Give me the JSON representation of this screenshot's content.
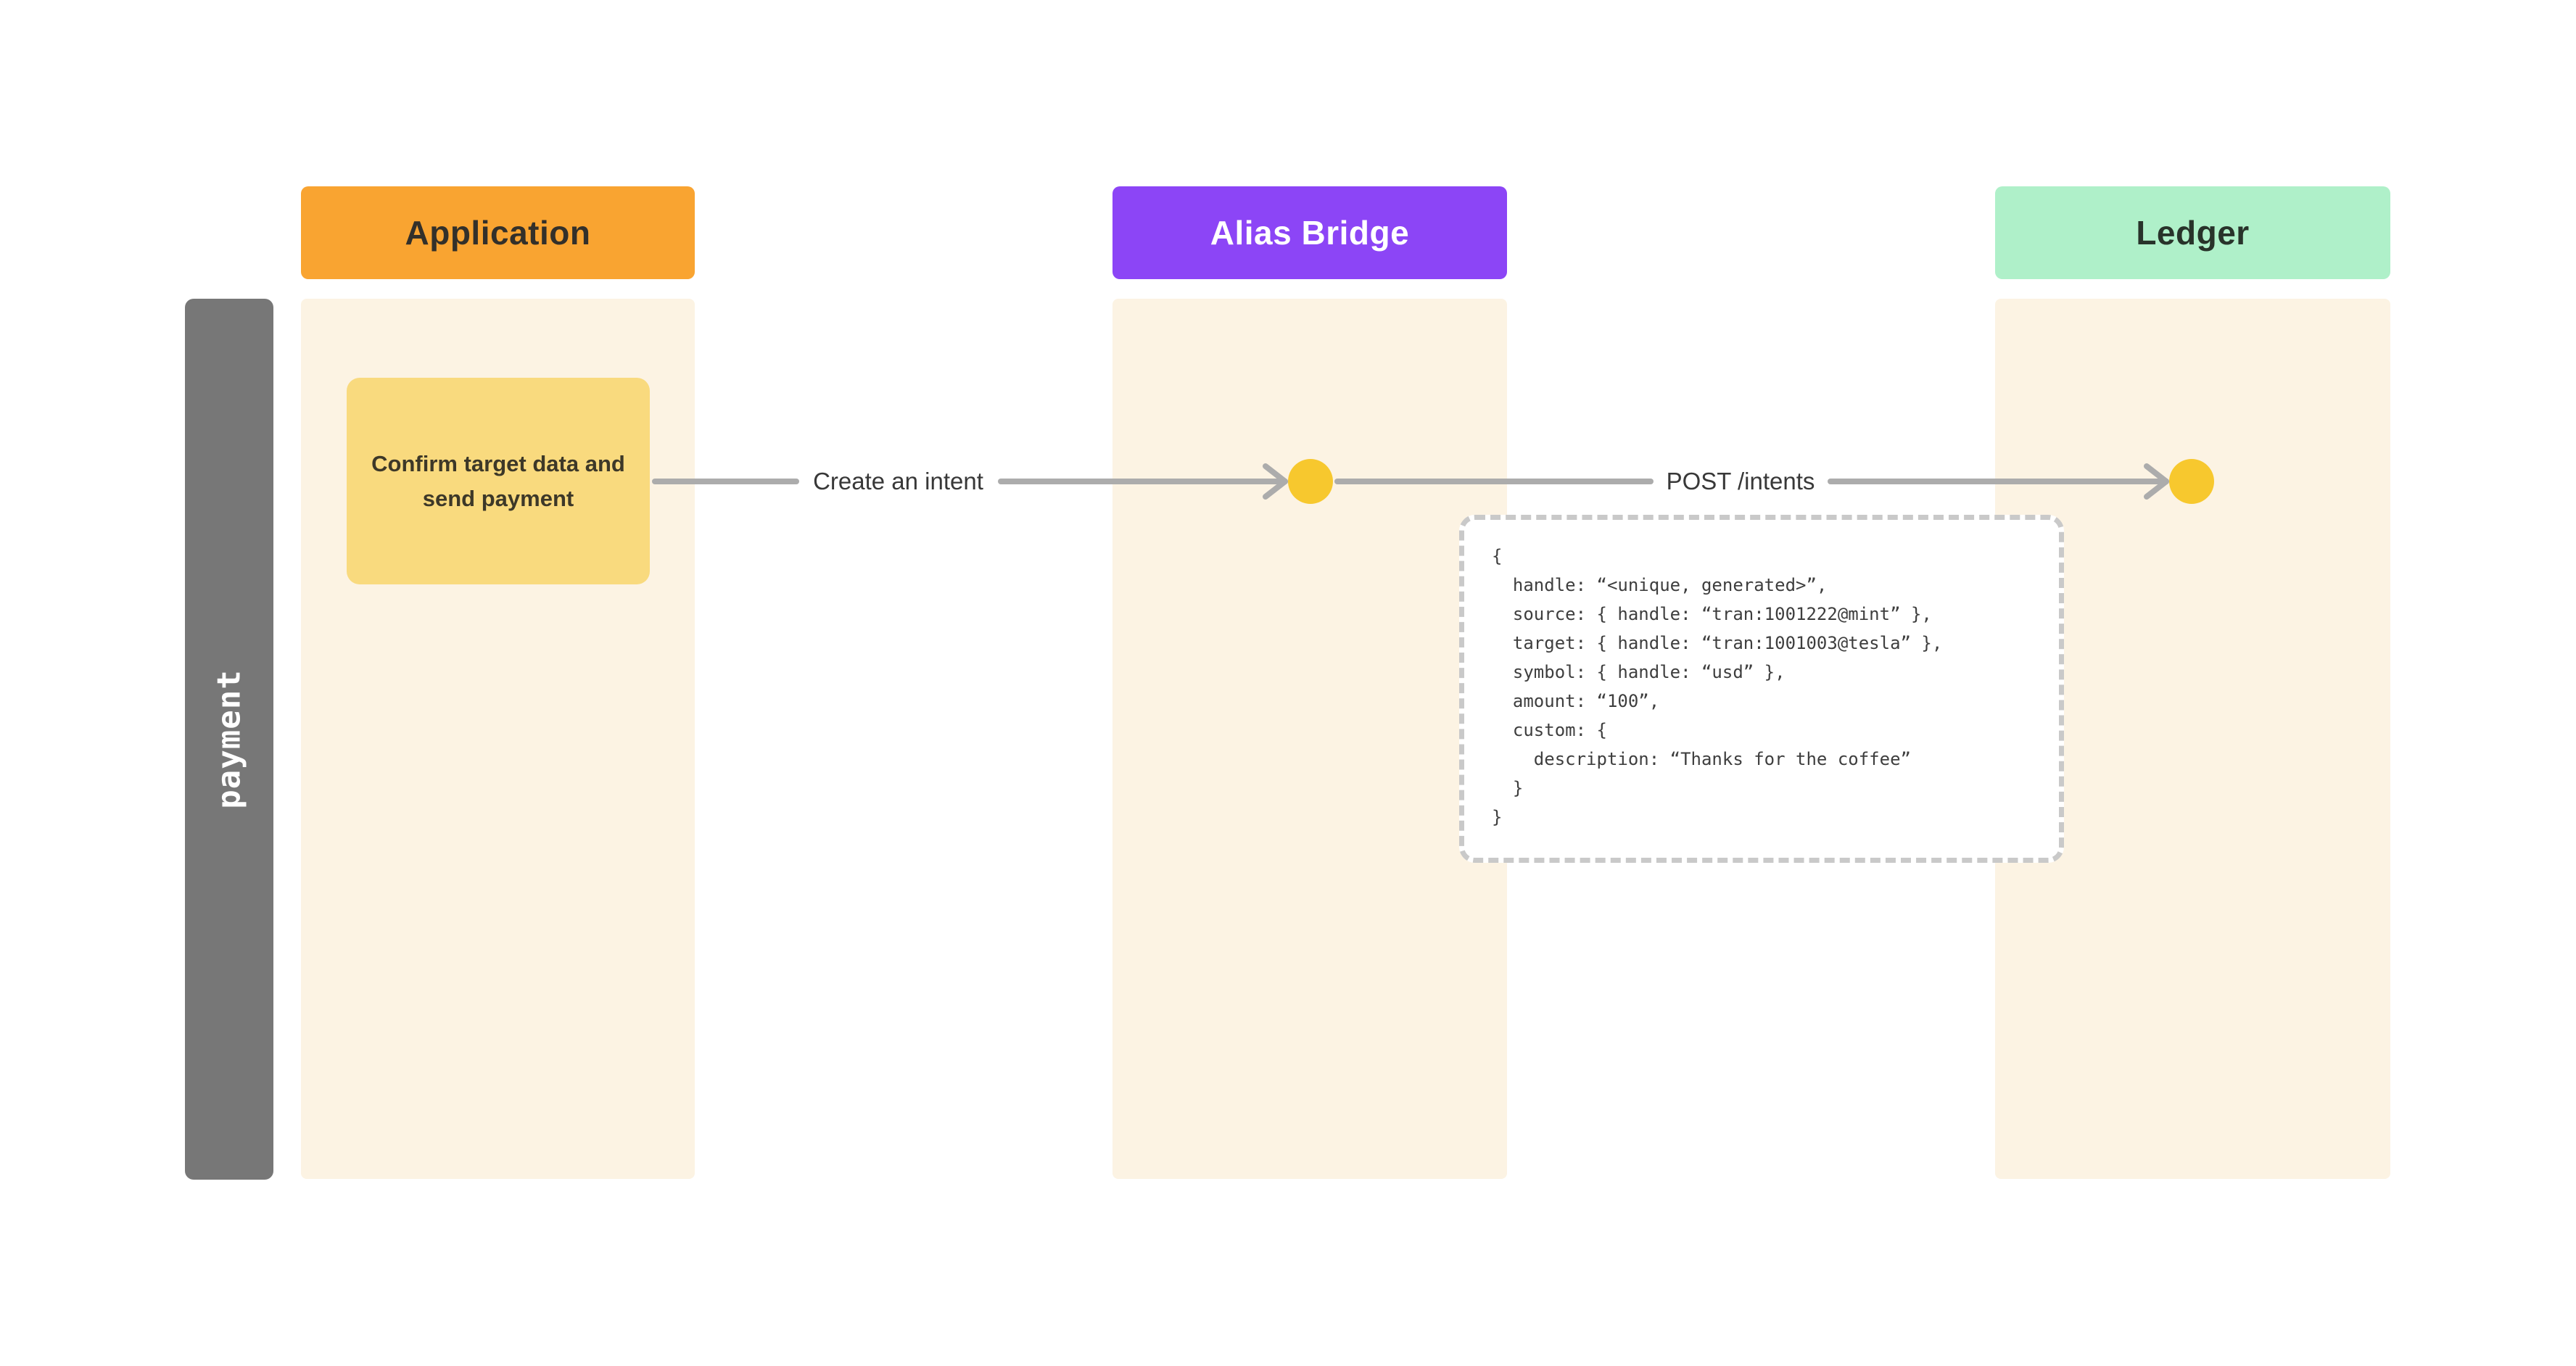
{
  "canvas": {
    "background": "#FFFFFF"
  },
  "lanes": [
    {
      "id": "application",
      "label": "Application",
      "header_bg": "#F9A431",
      "header_text_color": "#33302A",
      "column_bg": "#FCF3E3"
    },
    {
      "id": "alias-bridge",
      "label": "Alias Bridge",
      "header_bg": "#8C45F6",
      "header_text_color": "#FFFFFF",
      "column_bg": "#FCF3E3"
    },
    {
      "id": "ledger",
      "label": "Ledger",
      "header_bg": "#AFF0C9",
      "header_text_color": "#28332A",
      "column_bg": "#FCF3E3"
    }
  ],
  "row": {
    "label": "payment",
    "bar_color": "#777777",
    "label_color": "#FFFFFF"
  },
  "task": {
    "text": "Confirm target data and send payment",
    "bg": "#F9DA7E",
    "text_color": "#3D3828"
  },
  "messages": [
    {
      "label": "Create an intent",
      "from": "application",
      "to": "alias-bridge",
      "line_color": "#ACACAC",
      "endpoint_color": "#F7C82E"
    },
    {
      "label": "POST /intents",
      "from": "alias-bridge",
      "to": "ledger",
      "line_color": "#ACACAC",
      "endpoint_color": "#F7C82E"
    }
  ],
  "code": {
    "border_color": "#C9C9C9",
    "text_color": "#3E3E3E",
    "lines": [
      "{",
      "  handle: “<unique, generated>”,",
      "  source: { handle: “tran:1001222@mint” },",
      "  target: { handle: “tran:1001003@tesla” },",
      "  symbol: { handle: “usd” },",
      "  amount: “100”,",
      "  custom: {",
      "    description: “Thanks for the coffee”",
      "  }",
      "}"
    ]
  }
}
